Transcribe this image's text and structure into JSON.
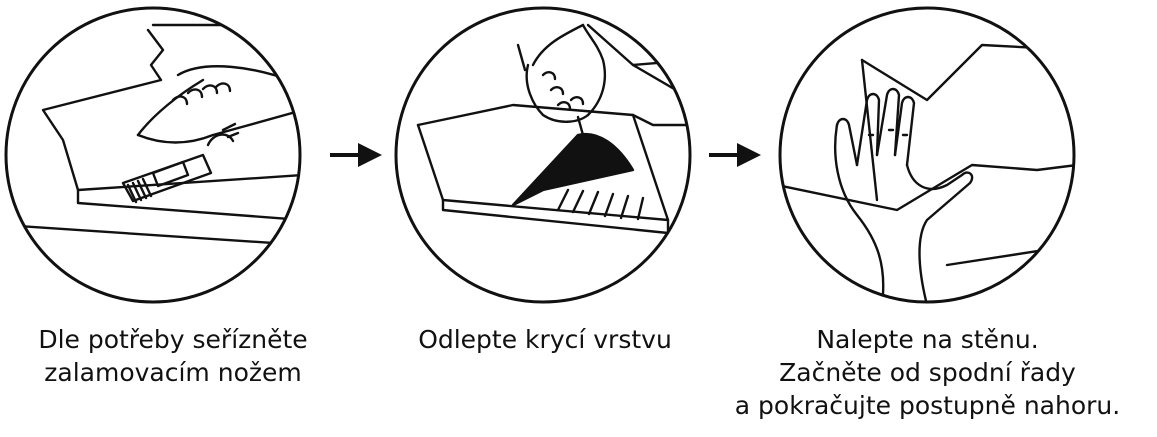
{
  "colors": {
    "ink": "#111111",
    "background": "#ffffff"
  },
  "steps": [
    {
      "icon": "utility-knife-cutting-icon",
      "lines": [
        "Dle potřeby seřízněte",
        "zalamovacím nožem"
      ]
    },
    {
      "icon": "peel-backing-icon",
      "lines": [
        "Odlepte krycí vrstvu"
      ]
    },
    {
      "icon": "press-on-wall-icon",
      "lines": [
        "Nalepte na stěnu.",
        "Začněte od spodní řady",
        "a pokračujte postupně nahoru."
      ]
    }
  ],
  "connectors": [
    "arrow-right-icon",
    "arrow-right-icon"
  ]
}
